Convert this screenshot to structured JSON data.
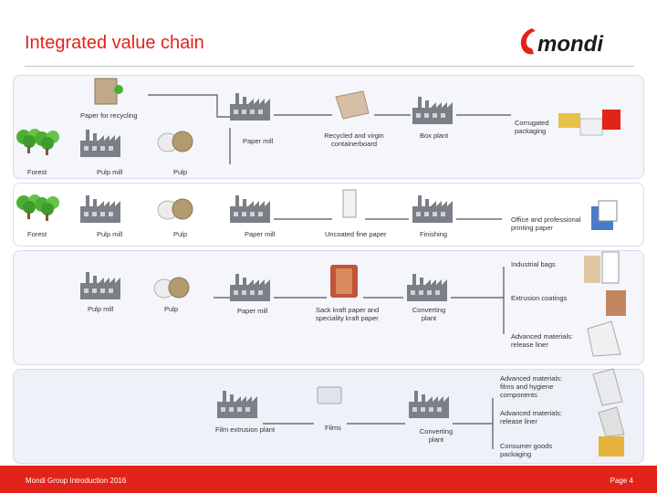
{
  "header": {
    "title": "Integrated value chain",
    "logo_text": "mondi"
  },
  "colors": {
    "accent": "#e2231a",
    "section_top": "#f4f6fb",
    "section_bottom": "#eef1f8",
    "divider": "#c0c0c0"
  },
  "row1": {
    "recycling": "Paper for recycling",
    "forest": "Forest",
    "pulp_mill": "Pulp mill",
    "paper_mill": "Paper mill",
    "pulp": "Pulp",
    "containerboard": "Recycled and virgin containerboard",
    "box_plant": "Box plant",
    "corrugated": "Corrugated packaging"
  },
  "row2": {
    "forest": "Forest",
    "pulp_mill": "Pulp mill",
    "pulp": "Pulp",
    "paper_mill": "Paper mill",
    "uncoated": "Uncoated fine paper",
    "finishing": "Finishing",
    "office": "Office and professional printing paper"
  },
  "row3": {
    "pulp_mill": "Pulp mill",
    "pulp": "Pulp",
    "paper_mill": "Paper mill",
    "kraft": "Sack kraft paper and speciality kraft paper",
    "converting": "Converting plant",
    "industrial_bags": "Industrial bags",
    "extrusion_coatings": "Extrusion coatings",
    "release_liner": "Advanced materials: release liner"
  },
  "row4": {
    "films_hygiene": "Advanced materials: films and hygiene components",
    "film_plant": "Film extrusion plant",
    "films": "Films",
    "converting": "Converting plant",
    "release_liner": "Advanced materials: release liner",
    "consumer_goods": "Consumer goods packaging"
  },
  "footer": {
    "left": "Mondi Group Introduction 2016",
    "right": "Page 4"
  }
}
